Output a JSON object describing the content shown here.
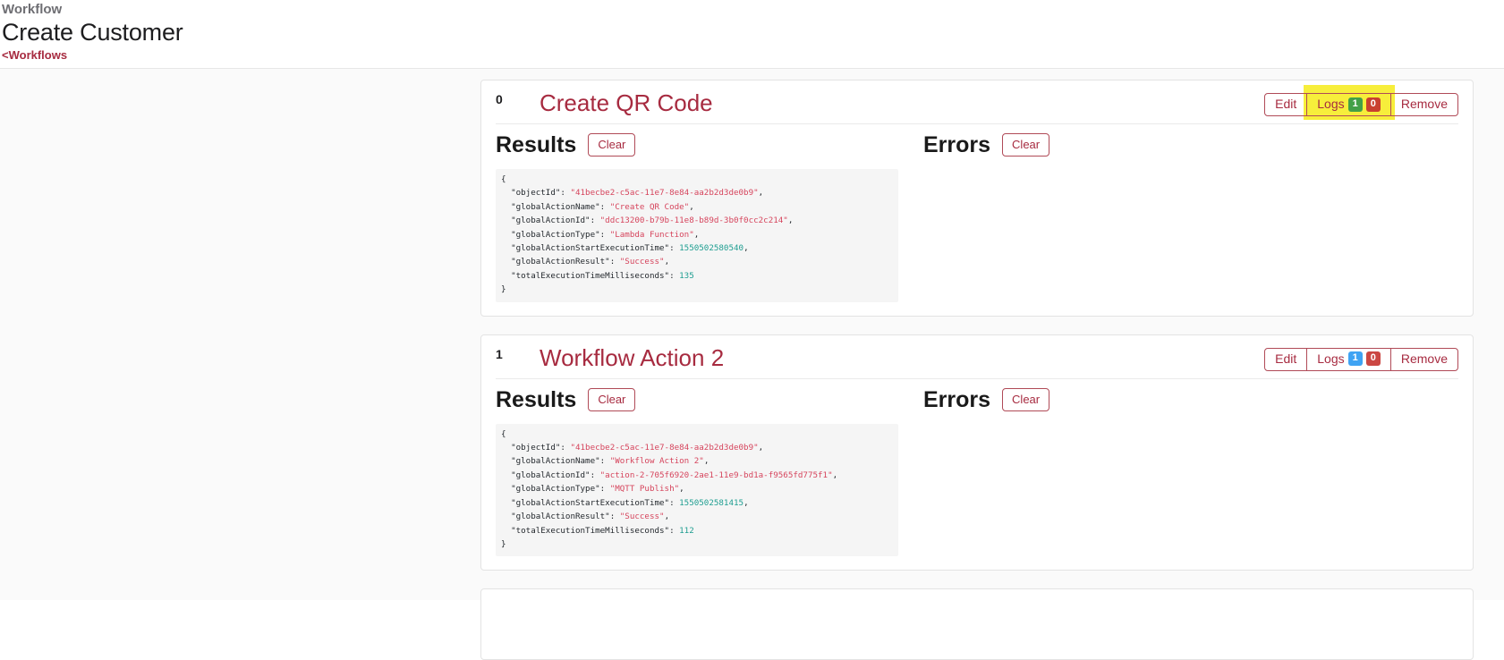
{
  "colors": {
    "accent": "#a72b40",
    "btn-border": "#b04a57",
    "highlight": "#f7ee3b",
    "json-string": "#d6455d",
    "json-number": "#1f9e91"
  },
  "header": {
    "eyebrow": "Workflow",
    "title": "Create Customer",
    "back_link": "<Workflows"
  },
  "cards": [
    {
      "index": "0",
      "title": "Create QR Code",
      "buttons": {
        "edit": "Edit",
        "logs": "Logs",
        "remove": "Remove"
      },
      "logs_badges": [
        {
          "value": "1",
          "color": "#43a047"
        },
        {
          "value": "0",
          "color": "#c9402f"
        }
      ],
      "logs_highlighted": true,
      "results_label": "Results",
      "errors_label": "Errors",
      "clear_label": "Clear",
      "result_fields": [
        {
          "key": "objectId",
          "value": "41becbe2-c5ac-11e7-8e84-aa2b2d3de0b9",
          "type": "string"
        },
        {
          "key": "globalActionName",
          "value": "Create QR Code",
          "type": "string"
        },
        {
          "key": "globalActionId",
          "value": "ddc13200-b79b-11e8-b89d-3b0f0cc2c214",
          "type": "string"
        },
        {
          "key": "globalActionType",
          "value": "Lambda Function",
          "type": "string"
        },
        {
          "key": "globalActionStartExecutionTime",
          "value": "1550502580540",
          "type": "number"
        },
        {
          "key": "globalActionResult",
          "value": "Success",
          "type": "string"
        },
        {
          "key": "totalExecutionTimeMilliseconds",
          "value": "135",
          "type": "number"
        }
      ]
    },
    {
      "index": "1",
      "title": "Workflow Action 2",
      "buttons": {
        "edit": "Edit",
        "logs": "Logs",
        "remove": "Remove"
      },
      "logs_badges": [
        {
          "value": "1",
          "color": "#3fa3f3"
        },
        {
          "value": "0",
          "color": "#cb4743"
        }
      ],
      "logs_highlighted": false,
      "results_label": "Results",
      "errors_label": "Errors",
      "clear_label": "Clear",
      "result_fields": [
        {
          "key": "objectId",
          "value": "41becbe2-c5ac-11e7-8e84-aa2b2d3de0b9",
          "type": "string"
        },
        {
          "key": "globalActionName",
          "value": "Workflow Action 2",
          "type": "string"
        },
        {
          "key": "globalActionId",
          "value": "action-2-705f6920-2ae1-11e9-bd1a-f9565fd775f1",
          "type": "string"
        },
        {
          "key": "globalActionType",
          "value": "MQTT Publish",
          "type": "string"
        },
        {
          "key": "globalActionStartExecutionTime",
          "value": "1550502581415",
          "type": "number"
        },
        {
          "key": "globalActionResult",
          "value": "Success",
          "type": "string"
        },
        {
          "key": "totalExecutionTimeMilliseconds",
          "value": "112",
          "type": "number"
        }
      ]
    }
  ]
}
